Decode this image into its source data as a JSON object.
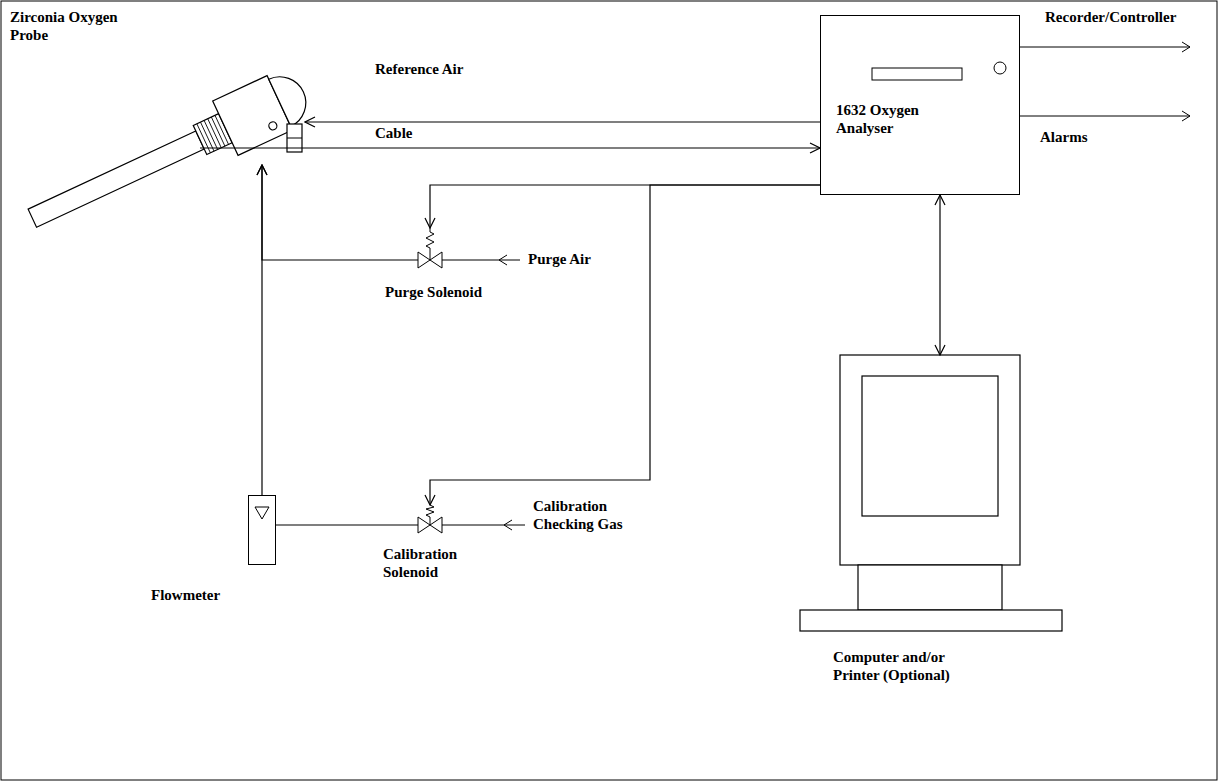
{
  "diagram": {
    "nodes": [
      {
        "text": [
          "Zirconia Oxygen Probe"
        ]
      },
      {
        "text": [
          "1632 Oxygen Analyser"
        ]
      },
      {
        "text": [
          "Purge Solenoid"
        ]
      },
      {
        "text": [
          "Flowmeter"
        ]
      },
      {
        "text": [
          "Calibration Solenoid"
        ]
      },
      {
        "text": [
          "Computer and/or Printer (Optional)"
        ]
      }
    ],
    "edges": [
      {
        "from": 1,
        "to": 0,
        "label": "Reference Air",
        "arrow": "to"
      },
      {
        "from": 0,
        "to": 1,
        "label": "Cable",
        "arrow": "to"
      },
      {
        "from": 1,
        "to": 2,
        "arrow": "to"
      },
      {
        "from": 1,
        "to": 4,
        "arrow": "to"
      },
      {
        "from": 2,
        "to": 0,
        "arrow": "to"
      },
      {
        "from": 4,
        "to": 3,
        "arrow": "none"
      },
      {
        "from": 3,
        "to": 0,
        "arrow": "to"
      },
      {
        "from": 1,
        "to": 5,
        "arrow": "both"
      }
    ],
    "labels": [
      "Recorder/Controller",
      "Alarms",
      "Purge Air",
      "Calibration Checking Gas"
    ]
  }
}
